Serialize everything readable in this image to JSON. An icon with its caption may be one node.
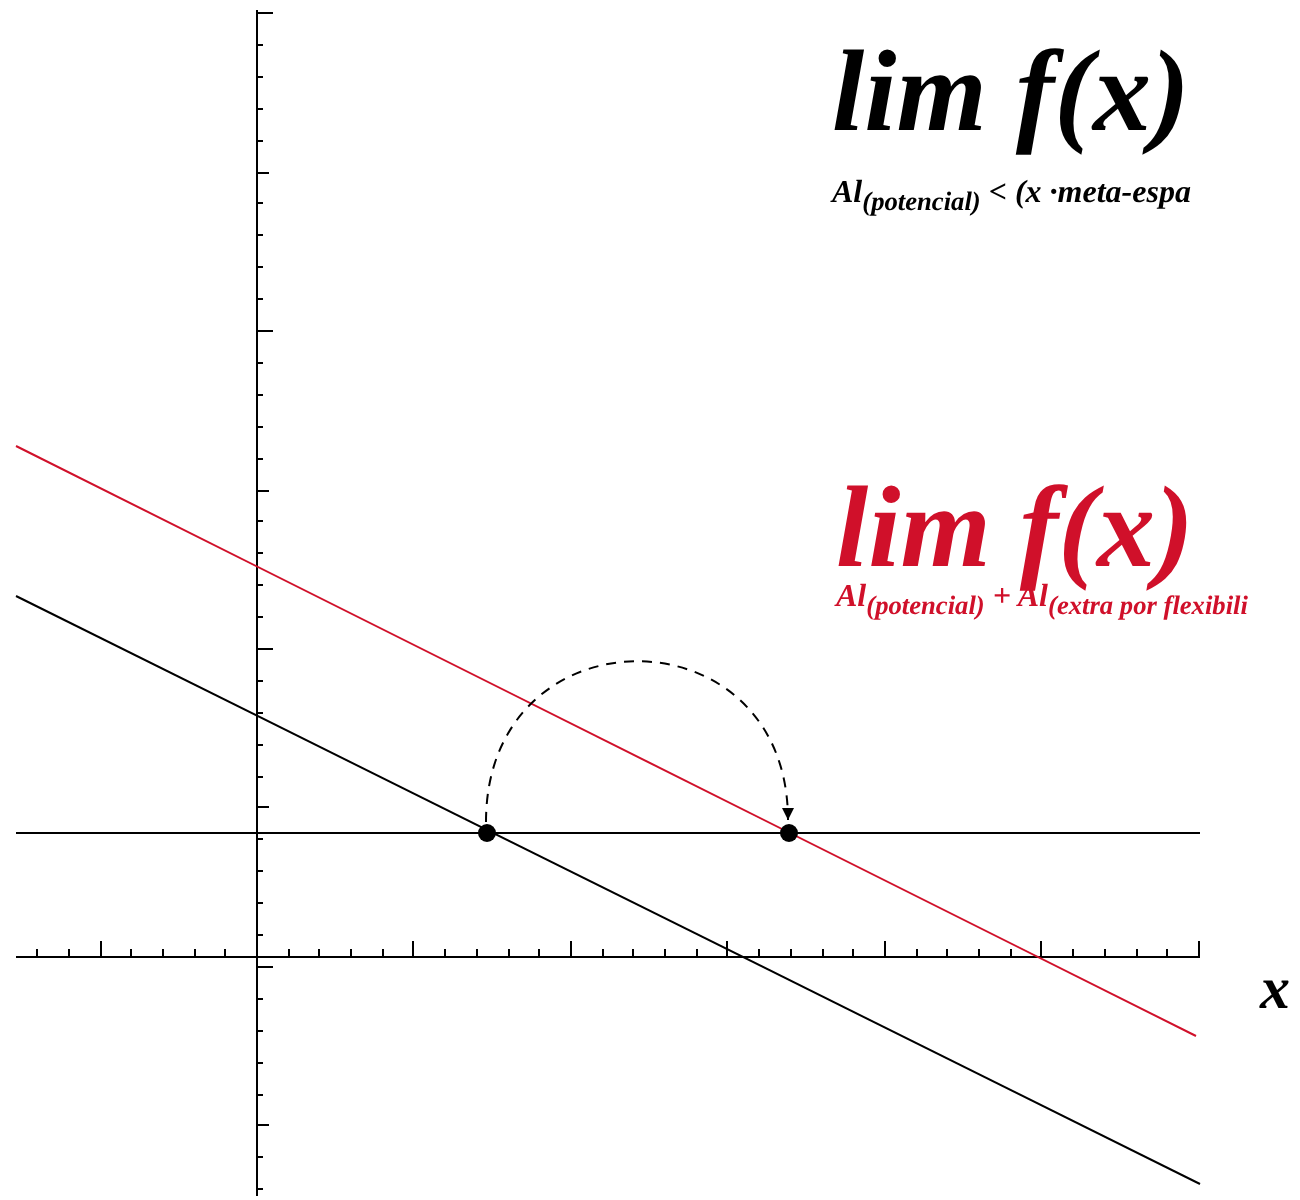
{
  "diagram": {
    "nodes": [
      {
        "text": [],
        "shape": "circle"
      },
      {
        "text": [],
        "shape": "circle"
      }
    ],
    "edges": [
      {
        "from": 0,
        "to": 1,
        "arrow": "to",
        "style": "dashed"
      }
    ],
    "labels": [
      "lim f(x)",
      "Al$_{(potencial)}$ < (x ·meta-espa",
      "lim f(x)",
      "Al$_{(potencial)}$ + Al$_{(extra por flexibili}$",
      "x"
    ]
  }
}
